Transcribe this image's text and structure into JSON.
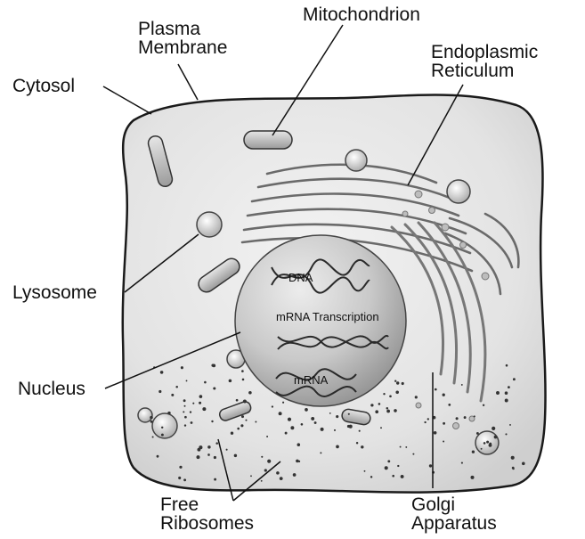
{
  "labels": {
    "plasma_membrane": [
      "Plasma",
      "Membrane"
    ],
    "mitochondrion": "Mitochondrion",
    "endoplasmic_reticulum": [
      "Endoplasmic",
      "Reticulum"
    ],
    "cytosol": "Cytosol",
    "lysosome": "Lysosome",
    "nucleus": "Nucleus",
    "free_ribosomes": [
      "Free",
      "Ribosomes"
    ],
    "golgi_apparatus": [
      "Golgi",
      "Apparatus"
    ]
  },
  "nucleus_labels": {
    "dna": "DNA",
    "transcription": "mRNA Transcription",
    "mrna": "mRNA"
  }
}
